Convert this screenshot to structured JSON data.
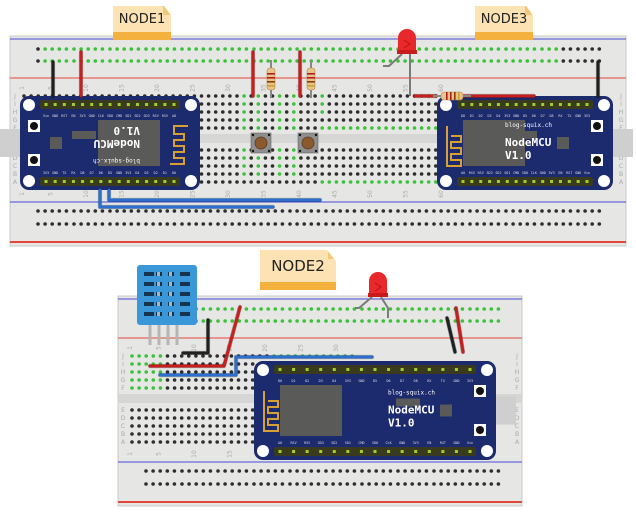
{
  "diagram": {
    "title": "NodeMCU mesh breadboard wiring",
    "notes": [
      {
        "id": "node1",
        "label": "NODE1"
      },
      {
        "id": "node3",
        "label": "NODE3"
      },
      {
        "id": "node2",
        "label": "NODE2"
      }
    ],
    "boards": [
      {
        "id": "node1-board",
        "name": "NodeMCU",
        "version": "V1.0",
        "url": "blog-squix-ch",
        "orientation": "flipped",
        "top_pins": [
          "Vin",
          "GND",
          "RST",
          "EN",
          "3V3",
          "GND",
          "CLK",
          "SD0",
          "CMD",
          "SD1",
          "SD2",
          "SD3",
          "RSV",
          "RSV",
          "A0"
        ],
        "bottom_pins": [
          "3V3",
          "GND",
          "TX",
          "RX",
          "D8",
          "D7",
          "D6",
          "D5",
          "GND",
          "3V3",
          "D4",
          "D3",
          "D2",
          "D1",
          "D0"
        ],
        "buttons": [
          "RST",
          "FLASH"
        ]
      },
      {
        "id": "node3-board",
        "name": "NodeMCU",
        "version": "V1.0",
        "url": "blog-squix-ch",
        "orientation": "normal",
        "top_pins": [
          "D0",
          "D1",
          "D2",
          "D3",
          "D4",
          "3V3",
          "GND",
          "D5",
          "D6",
          "D7",
          "D8",
          "RX",
          "TX",
          "GND",
          "3V3"
        ],
        "bottom_pins": [
          "A0",
          "RSV",
          "RSV",
          "SD3",
          "SD2",
          "SD1",
          "CMD",
          "SD0",
          "CLK",
          "GND",
          "3V3",
          "EN",
          "RST",
          "GND",
          "Vin"
        ],
        "buttons": [
          "FLASH",
          "RST"
        ]
      },
      {
        "id": "node2-board",
        "name": "NodeMCU",
        "version": "V1.0",
        "url": "blog-squix-ch",
        "orientation": "normal",
        "top_pins": [
          "D0",
          "D1",
          "D2",
          "D3",
          "D4",
          "3V3",
          "GND",
          "D5",
          "D6",
          "D7",
          "D8",
          "RX",
          "TX",
          "GND",
          "3V3"
        ],
        "bottom_pins": [
          "A0",
          "RSV",
          "RSV",
          "SD3",
          "SD2",
          "SD1",
          "CMD",
          "SD0",
          "CLK",
          "GND",
          "3V3",
          "EN",
          "RST",
          "GND",
          "Vin"
        ],
        "buttons": [
          "FLASH",
          "RST"
        ]
      }
    ],
    "components": [
      {
        "type": "pushbutton",
        "count": 2,
        "board": "top"
      },
      {
        "type": "resistor",
        "count": 3,
        "board": "top"
      },
      {
        "type": "led",
        "color": "red",
        "board": "top"
      },
      {
        "type": "led",
        "color": "red",
        "board": "bottom"
      },
      {
        "type": "dht11-sensor",
        "color": "blue",
        "board": "bottom"
      }
    ],
    "breadboard_row_labels": [
      "J",
      "I",
      "H",
      "G",
      "F",
      "E",
      "D",
      "C",
      "B",
      "A"
    ],
    "breadboard_col_labels_top": [
      "1",
      "5",
      "10",
      "15",
      "20",
      "25",
      "30",
      "35",
      "40",
      "45",
      "50",
      "55",
      "60"
    ],
    "breadboard_col_labels_bottom": [
      "1",
      "5",
      "10",
      "15",
      "20",
      "25",
      "30"
    ],
    "colors": {
      "board_bg": "#e6e6e4",
      "board_border": "#c9c9c7",
      "rail_red": "#e2463a",
      "rail_blue": "#4a4ad8",
      "hole": "#2d2d2d",
      "hole_active": "#3ac23a",
      "mcu_blue": "#1c2a6e",
      "mcu_chip": "#5a5a58",
      "antenna": "#d8a032",
      "wire_red": "#c81e1e",
      "wire_black": "#202020",
      "wire_blue": "#2c6fcf",
      "led_red": "#e8282a",
      "dht_blue": "#3b98d8",
      "note_bg": "#fde3b4",
      "note_bar": "#f4b13d"
    }
  }
}
